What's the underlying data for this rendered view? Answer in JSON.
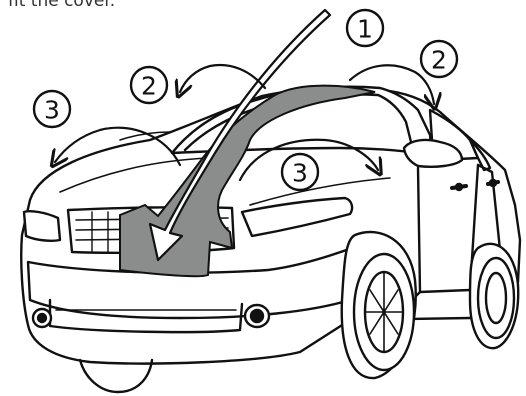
{
  "caption": "fit the cover.",
  "steps": {
    "step_1": "1",
    "step_2_left": "2",
    "step_2_right": "2",
    "step_3_left": "3",
    "step_3_center": "3"
  },
  "colors": {
    "cover_fill": "#8a8d8c",
    "line": "#111111",
    "background": "#ffffff"
  }
}
